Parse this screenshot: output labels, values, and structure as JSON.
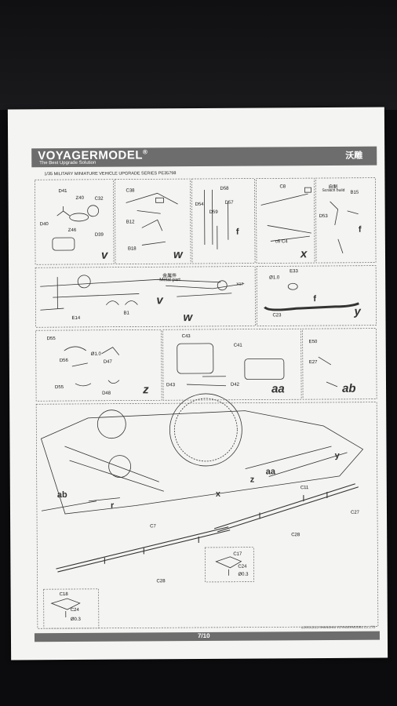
{
  "header": {
    "brand": "VOYAGERMODEL",
    "reg": "®",
    "tagline": "The Best Upgrade Solution",
    "brand_cn": "沃雕",
    "series": "1/35 MILITARY MINIATURE VEHICLE  UPGRADE SERIES PE35798"
  },
  "labels": {
    "d41": "D41",
    "z40": "Z40",
    "c32": "C32",
    "d40": "D40",
    "z46": "Z46",
    "d39": "D39",
    "step_v": "v",
    "c38": "C38",
    "b12": "B12",
    "b18": "B18",
    "step_w": "w",
    "d58": "D58",
    "d54": "D54",
    "d57": "D57",
    "d59": "D59",
    "step_f1": "f",
    "c8": "C8",
    "c6c4": "c6 C4",
    "step_x": "x",
    "scratch_cn": "自制",
    "scratch": "Scratch build",
    "b15": "B15",
    "d53": "D53",
    "step_f2": "f",
    "e14": "E14",
    "b1": "B1",
    "metal_cn": "金属件",
    "metal": "Metal part",
    "e33": "E33",
    "dia10a": "Ø1.0",
    "c23": "C23",
    "step_v2": "v",
    "step_w2": "w",
    "step_f3": "f",
    "step_y": "y",
    "x17": "X17",
    "d55a": "D55",
    "d56": "D56",
    "dia10b": "Ø1.0",
    "d47": "D47",
    "d55b": "D55",
    "d48": "D48",
    "step_z": "z",
    "c43": "C43",
    "c41": "C41",
    "d43": "D43",
    "d42": "D42",
    "step_aa": "aa",
    "e50": "E50",
    "e27": "E27",
    "step_ab": "ab",
    "m_ab": "ab",
    "m_r": "r",
    "m_x": "x",
    "m_z": "z",
    "m_aa": "aa",
    "m_y": "y",
    "c11": "C11",
    "c27": "C27",
    "c28a": "C28",
    "c7": "C7",
    "c28b": "C28",
    "c17": "C17",
    "c24a": "C24",
    "dia03a": "Ø0.3",
    "c18": "C18",
    "c24b": "C24",
    "dia03b": "Ø0.3"
  },
  "footer": {
    "page": "7/10",
    "copyright": "©2003-2013 SHANGHAI VOYAGERMODEL Co.,LTD"
  }
}
